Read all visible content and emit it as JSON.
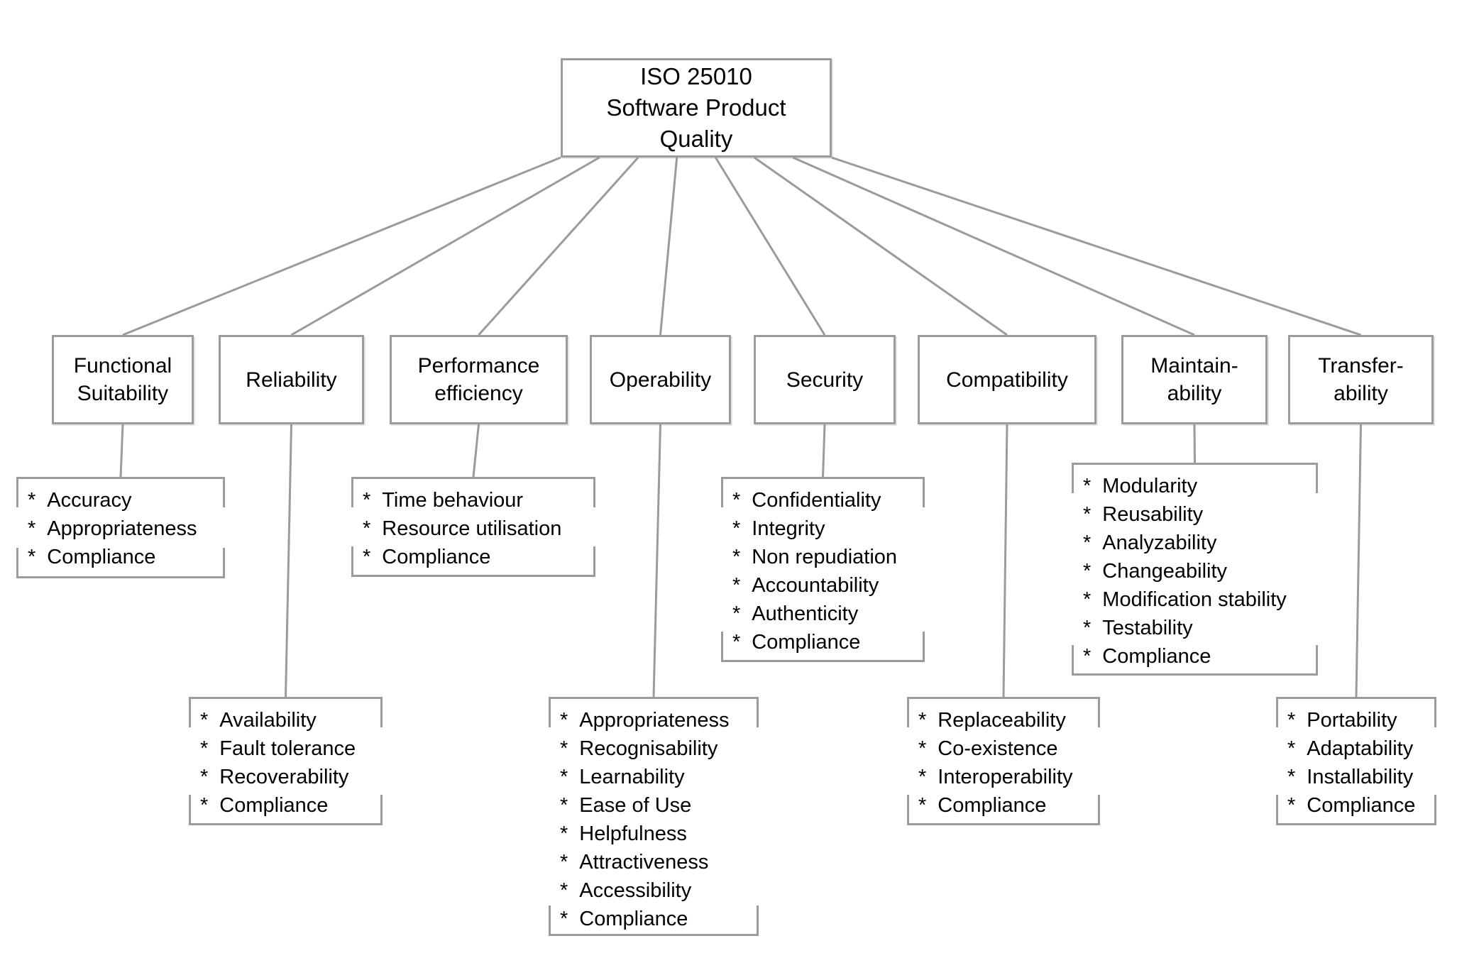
{
  "root": {
    "title": "ISO 25010\nSoftware Product\nQuality"
  },
  "bullet": "*",
  "categories": [
    {
      "label": "Functional\nSuitability",
      "items": [
        "Accuracy",
        "Appropriateness",
        "Compliance"
      ]
    },
    {
      "label": "Reliability",
      "items": [
        "Availability",
        "Fault tolerance",
        "Recoverability",
        "Compliance"
      ]
    },
    {
      "label": "Performance\nefficiency",
      "items": [
        "Time behaviour",
        "Resource utilisation",
        "Compliance"
      ]
    },
    {
      "label": "Operability",
      "items": [
        "Appropriateness",
        "Recognisability",
        "Learnability",
        "Ease of Use",
        "Helpfulness",
        "Attractiveness",
        "Accessibility",
        "Compliance"
      ]
    },
    {
      "label": "Security",
      "items": [
        "Confidentiality",
        "Integrity",
        "Non repudiation",
        "Accountability",
        "Authenticity",
        "Compliance"
      ]
    },
    {
      "label": "Compatibility",
      "items": [
        "Replaceability",
        "Co-existence",
        "Interoperability",
        "Compliance"
      ]
    },
    {
      "label": "Maintain-\nability",
      "items": [
        "Modularity",
        "Reusability",
        "Analyzability",
        "Changeability",
        "Modification stability",
        "Testability",
        "Compliance"
      ]
    },
    {
      "label": "Transfer-\nability",
      "items": [
        "Portability",
        "Adaptability",
        "Installability",
        "Compliance"
      ]
    }
  ],
  "colors": {
    "line": "#9b9b9b",
    "text": "#000000",
    "background": "#ffffff"
  }
}
